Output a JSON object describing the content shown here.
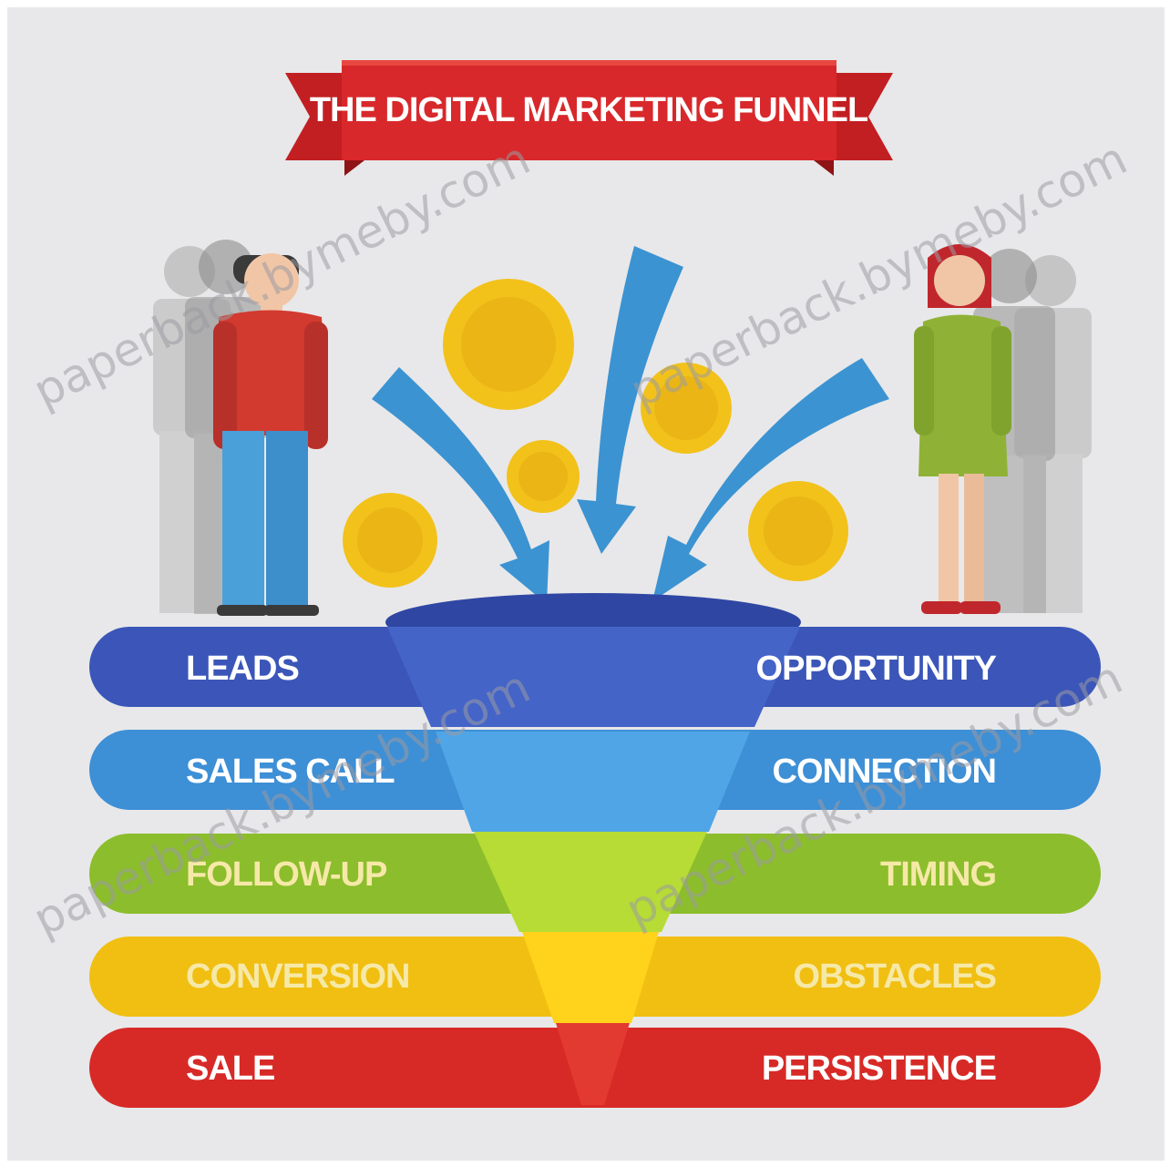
{
  "title": "THE DIGITAL MARKETING FUNNEL",
  "stages": [
    {
      "left": "LEADS",
      "right": "OPPORTUNITY",
      "color": "#3b56b8"
    },
    {
      "left": "SALES CALL",
      "right": "CONNECTION",
      "color": "#3d8fd6"
    },
    {
      "left": "FOLLOW-UP",
      "right": "TIMING",
      "color": "#8cbd2c"
    },
    {
      "left": "CONVERSION",
      "right": "OBSTACLES",
      "color": "#f1bf12"
    },
    {
      "left": "SALE",
      "right": "PERSISTENCE",
      "color": "#d72a27"
    }
  ],
  "watermark": "paperback.bymeby.com",
  "colors": {
    "background": "#e8e8ea",
    "ribbon": "#d8282b",
    "ribbon_dark": "#9e1618",
    "arrow": "#3c93d1",
    "coin": "#f2c21b"
  }
}
